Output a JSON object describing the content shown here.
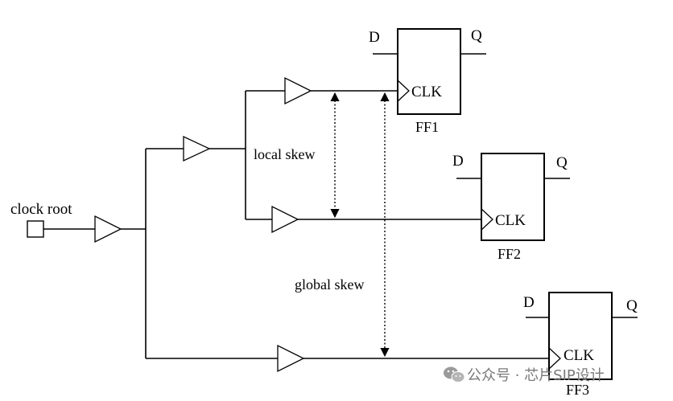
{
  "labels": {
    "clock_root": "clock root",
    "local_skew": "local skew",
    "global_skew": "global skew"
  },
  "flip_flops": [
    {
      "name": "FF1",
      "d": "D",
      "q": "Q",
      "clk": "CLK"
    },
    {
      "name": "FF2",
      "d": "D",
      "q": "Q",
      "clk": "CLK"
    },
    {
      "name": "FF3",
      "d": "D",
      "q": "Q",
      "clk": "CLK"
    }
  ],
  "watermark": {
    "icon": "wechat-icon",
    "text": "公众号 · 芯片SIP设计"
  }
}
